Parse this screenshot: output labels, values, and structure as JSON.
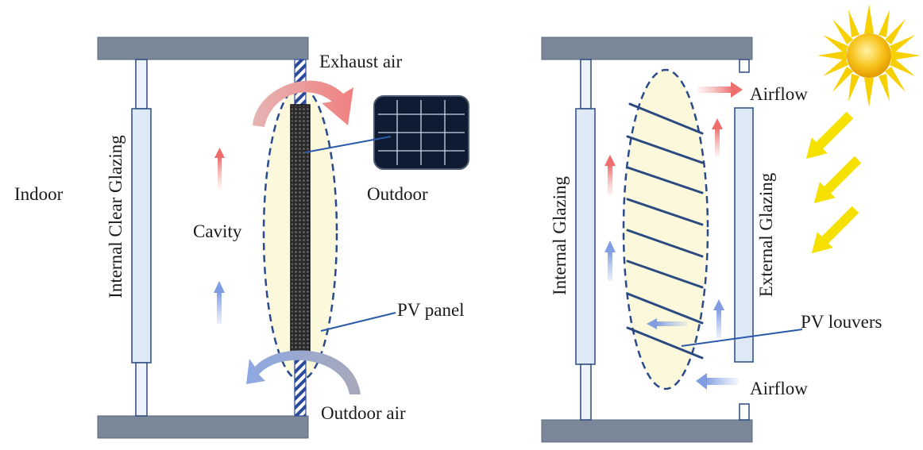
{
  "labels": {
    "indoor": "Indoor",
    "internal_clear_glazing": "Internal Clear Glazing",
    "exhaust_air": "Exhaust air",
    "outdoor": "Outdoor",
    "cavity": "Cavity",
    "pv_panel": "PV panel",
    "outdoor_air": "Outdoor air",
    "internal_glazing": "Internal Glazing",
    "external_glazing": "External Glazing",
    "airflow_top": "Airflow",
    "airflow_bottom": "Airflow",
    "pv_louvers": "PV louvers"
  },
  "icons": {
    "solar_module": "pv-module-icon",
    "sun": "sun-icon"
  },
  "colors": {
    "frame": "#7a8799",
    "glazing": "#dde9f7",
    "glazing_stroke": "#2b4a80",
    "pv_panel": "#3a3a3a",
    "cavity_fill": "#fbf8dc",
    "dashed_outline": "#2a4a8a",
    "warm_air": "#f08080",
    "cool_air": "#8fa8e0",
    "sun": "#f7c21a",
    "sun_rays": "#f6e000"
  }
}
